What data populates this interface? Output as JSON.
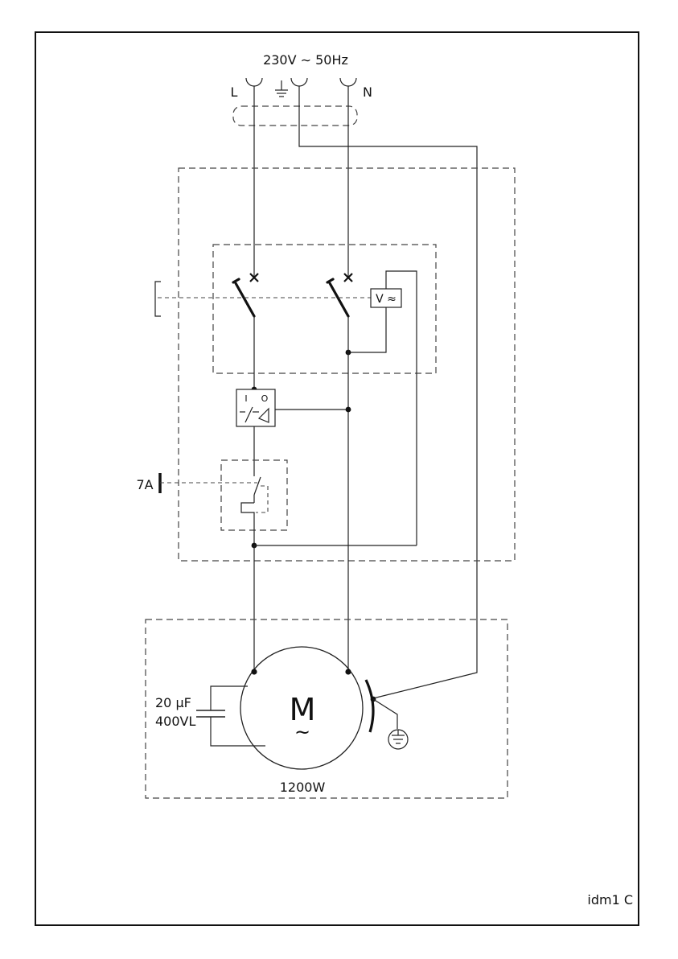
{
  "supply": {
    "label": "230V ∼ 50Hz",
    "line": "L",
    "neutral": "N"
  },
  "breaker": {
    "label": "7A"
  },
  "switch": {
    "on": "I",
    "off": "O"
  },
  "voltmeter": {
    "label": "V ≈"
  },
  "motor": {
    "symbol": "M",
    "ac": "~",
    "power": "1200W"
  },
  "capacitor": {
    "capacitance": "20 µF",
    "voltage": "400VL"
  },
  "drawing_code": "idm1 C"
}
